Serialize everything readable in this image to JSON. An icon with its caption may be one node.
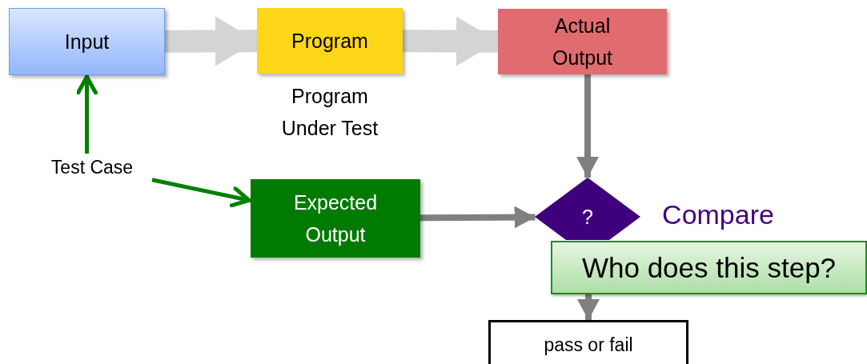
{
  "diagram": {
    "nodes": [
      {
        "text": [
          "Input"
        ]
      },
      {
        "text": [
          "Program"
        ],
        "beside": [
          "Program Under Test"
        ]
      },
      {
        "text": [
          "Actual Output"
        ]
      },
      {
        "text": [
          "Test Case"
        ]
      },
      {
        "text": [
          "Expected Output"
        ]
      },
      {
        "text": [
          "?"
        ],
        "beside": [
          "Compare"
        ]
      },
      {
        "text": [
          "Who does this step?"
        ]
      },
      {
        "text": [
          "pass or fail"
        ]
      }
    ],
    "edges": [
      {
        "from": 0,
        "to": 1,
        "arrow": "to",
        "style": "thick",
        "color": "#d4d4d4"
      },
      {
        "from": 1,
        "to": 2,
        "arrow": "to",
        "style": "thick",
        "color": "#d4d4d4"
      },
      {
        "from": 2,
        "to": 5,
        "arrow": "to"
      },
      {
        "from": 3,
        "to": 0,
        "arrow": "to",
        "color": "#008000"
      },
      {
        "from": 3,
        "to": 4,
        "arrow": "to",
        "color": "#008000"
      },
      {
        "from": 4,
        "to": 5,
        "arrow": "to"
      },
      {
        "from": 6,
        "to": 7,
        "arrow": "to"
      }
    ]
  }
}
